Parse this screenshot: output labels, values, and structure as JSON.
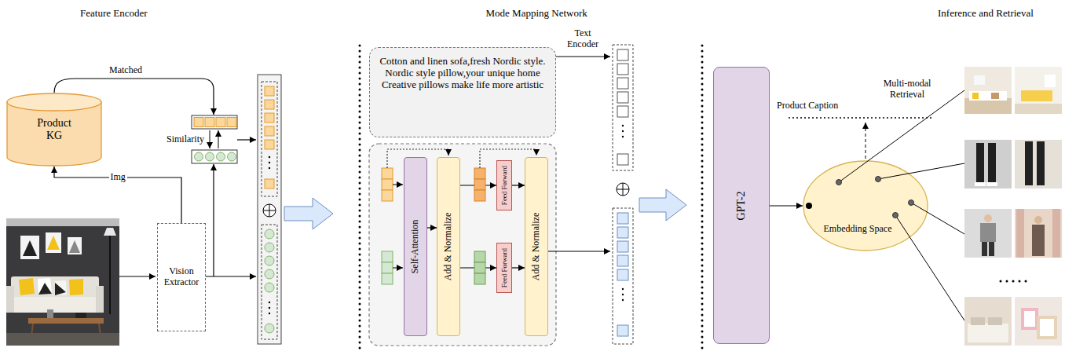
{
  "diagram": {
    "nodes": [
      {
        "text": [
          "Product KG"
        ]
      },
      {
        "text": [
          "Vision Extractor"
        ]
      },
      {
        "text": [
          "Cotton and linen sofa,fresh Nordic style. Nordic style pillow,your unique home Creative pillows make life more artistic"
        ]
      },
      {
        "text": [
          "Self-Attention"
        ]
      },
      {
        "text": [
          "Add & Normalize"
        ]
      },
      {
        "text": [
          "Feed Forward"
        ]
      },
      {
        "text": [
          "Feed Forward"
        ]
      },
      {
        "text": [
          "Add & Normalize"
        ]
      },
      {
        "text": [
          "GPT-2"
        ]
      },
      {
        "text": [
          "Embedding Space"
        ]
      }
    ],
    "edges": [
      {
        "from": 1,
        "to": 0,
        "label": "Img",
        "arrow": "to"
      },
      {
        "from": 3,
        "to": 4,
        "arrow": "to"
      },
      {
        "from": 4,
        "to": 5,
        "arrow": "to"
      },
      {
        "from": 4,
        "to": 6,
        "arrow": "to"
      },
      {
        "from": 5,
        "to": 7,
        "arrow": "to"
      },
      {
        "from": 6,
        "to": 7,
        "arrow": "to"
      },
      {
        "from": 8,
        "to": 9,
        "arrow": "to"
      }
    ],
    "labels": [
      "Feature Encoder",
      "Mode Mapping Network",
      "Inference and Retrieval",
      "Matched",
      "Similarity",
      "Text Encoder",
      "Product Caption",
      "Multi-modal Retrieval"
    ]
  }
}
